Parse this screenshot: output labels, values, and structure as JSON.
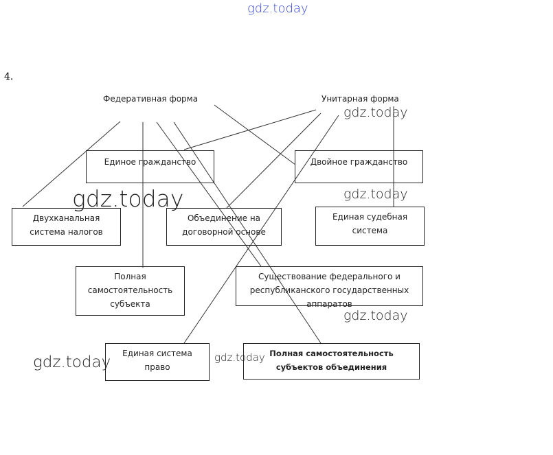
{
  "watermark": "gdz.today",
  "task_number": "4.",
  "forms": {
    "federal": "Федеративная форма",
    "unitary": "Унитарная форма"
  },
  "boxes": {
    "single_citizenship": "Единое гражданство",
    "dual_citizenship": "Двойное гражданство",
    "two_channel_taxes": "Двухканальная система налогов",
    "contract_union": "Объединение на договорной основе",
    "single_judicial": "Единая судебная система",
    "full_autonomy_subject": "Полная самостоятельность субъекта",
    "federal_republic_apparatus": "Существование федерального и республиканского государственных аппаратов",
    "single_law_system": "Единая система право",
    "full_autonomy_union": "Полная самостоятельность субъектов объединения"
  },
  "colors": {
    "watermark_top": "#3344cc",
    "line": "#222222"
  }
}
